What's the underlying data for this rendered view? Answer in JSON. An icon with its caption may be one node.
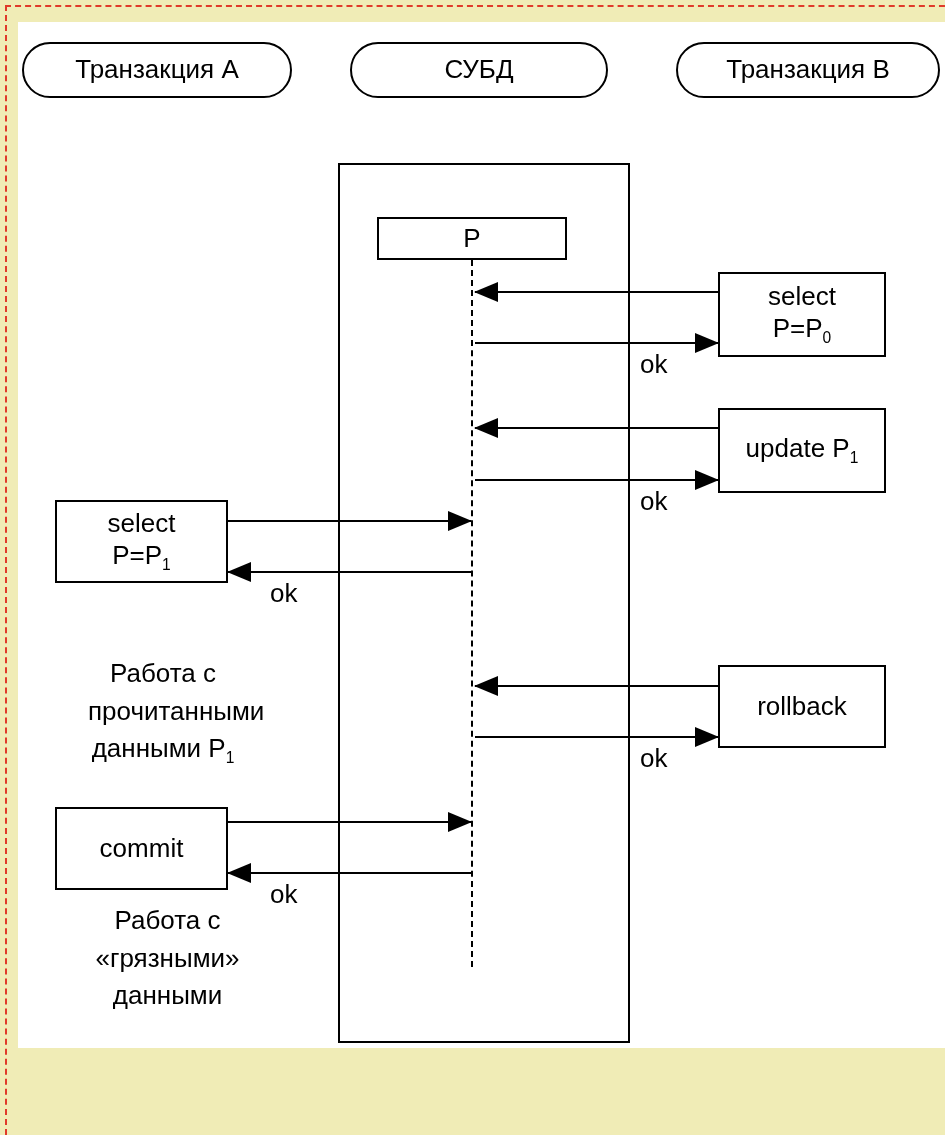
{
  "diagram": {
    "nodes": [
      {
        "text": [
          "Транзакция A"
        ]
      },
      {
        "text": [
          "СУБД"
        ]
      },
      {
        "text": [
          "Транзакция B"
        ]
      },
      {
        "text": [],
        "shape": "box"
      },
      {
        "text": [
          "P"
        ],
        "in": 3
      },
      {
        "text": [],
        "shape": "line",
        "in": 3
      },
      {
        "text": [
          "select P=P$_{0}$"
        ]
      },
      {
        "text": [
          "update P$_{1}$"
        ]
      },
      {
        "text": [
          "select P=P$_{1}$"
        ]
      },
      {
        "text": [
          "rollback"
        ]
      },
      {
        "text": [
          "commit"
        ]
      }
    ],
    "edges": [
      {
        "from": 6,
        "to": 5,
        "arrow": "to"
      },
      {
        "from": 5,
        "to": 6,
        "arrow": "to",
        "label": "ok"
      },
      {
        "from": 7,
        "to": 5,
        "arrow": "to"
      },
      {
        "from": 5,
        "to": 7,
        "arrow": "to",
        "label": "ok"
      },
      {
        "from": 8,
        "to": 5,
        "arrow": "to"
      },
      {
        "from": 5,
        "to": 8,
        "arrow": "to",
        "label": "ok"
      },
      {
        "from": 9,
        "to": 5,
        "arrow": "to"
      },
      {
        "from": 5,
        "to": 9,
        "arrow": "to",
        "label": "ok"
      },
      {
        "from": 10,
        "to": 5,
        "arrow": "to"
      },
      {
        "from": 5,
        "to": 10,
        "arrow": "to",
        "label": "ok"
      }
    ],
    "labels": [
      "Работа с прочитанными данными P$_{1}$",
      "Работа с «грязными» данными"
    ]
  }
}
